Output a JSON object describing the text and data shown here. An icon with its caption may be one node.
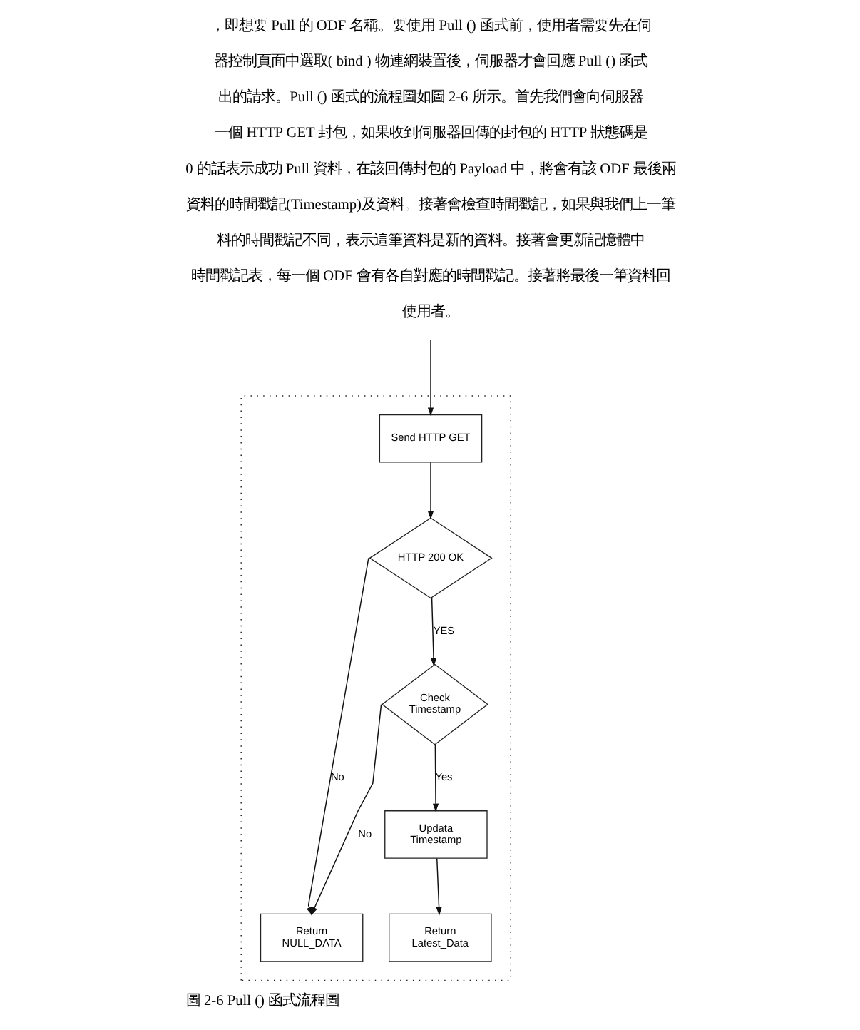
{
  "diagram": {
    "caption": "圖 2-6 Pull () 函式流程圖",
    "nodes": [
      {
        "text": [],
        "shape": "box"
      },
      {
        "text": [
          "Send HTTP GET"
        ],
        "in": 0
      },
      {
        "text": [
          "HTTP 200 OK"
        ],
        "in": 0
      },
      {
        "text": [
          "Check Timestamp"
        ],
        "in": 0
      },
      {
        "text": [
          "Updata Timestamp"
        ],
        "in": 0
      },
      {
        "text": [
          "Return NULL_DATA"
        ],
        "in": 0
      },
      {
        "text": [
          "Return Latest_Data"
        ],
        "in": 0
      }
    ],
    "edges": [
      {
        "from": null,
        "to": 1,
        "arrow": "to"
      },
      {
        "from": 1,
        "to": 2,
        "arrow": "to"
      },
      {
        "from": 2,
        "to": 5,
        "arrow": "to",
        "label": "No"
      },
      {
        "from": 2,
        "to": 3,
        "arrow": "to",
        "label": "YES"
      },
      {
        "from": 3,
        "to": 5,
        "arrow": "to",
        "label": "No"
      },
      {
        "from": 3,
        "to": 4,
        "arrow": "to",
        "label": "Yes"
      },
      {
        "from": 4,
        "to": 6,
        "arrow": "to"
      }
    ],
    "labels": [
      "，即想要 Pull 的 ODF 名稱。要使用 Pull () 函式前，使用者需要先在伺",
      "器控制頁面中選取( bind ) 物連網裝置後，伺服器才會回應 Pull () 函式",
      "出的請求。Pull () 函式的流程圖如圖 2-6 所示。首先我們會向伺服器",
      "一個 HTTP GET 封包，如果收到伺服器回傳的封包的 HTTP 狀態碼是",
      "0 的話表示成功 Pull 資料，在該回傳封包的 Payload 中，將會有該 ODF 最後兩",
      "資料的時間戳記(Timestamp)及資料。接著會檢查時間戳記，如果與我們上一筆",
      "料的時間戳記不同，表示這筆資料是新的資料。接著會更新記憶體中",
      "時間戳記表，每一個 ODF 會有各自對應的時間戳記。接著將最後一筆資料回",
      "使用者。"
    ]
  }
}
